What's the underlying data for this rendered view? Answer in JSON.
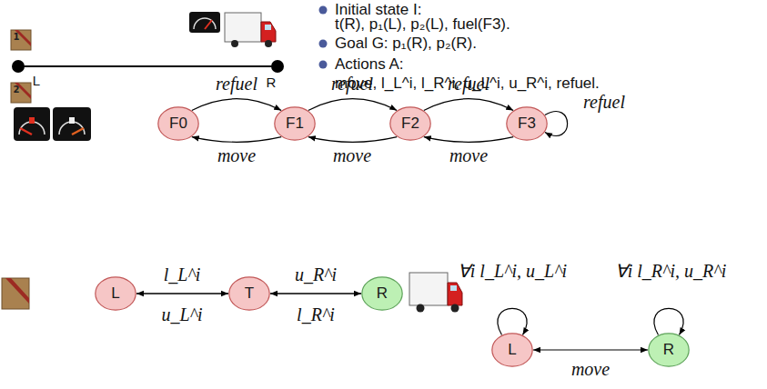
{
  "diagram": {
    "nodes": [
      {
        "text": [
          "F0"
        ]
      },
      {
        "text": [
          "F1"
        ]
      },
      {
        "text": [
          "F2"
        ]
      },
      {
        "text": [
          "F3"
        ]
      },
      {
        "text": [
          "L"
        ]
      },
      {
        "text": [
          "T"
        ]
      },
      {
        "text": [
          "R"
        ]
      },
      {
        "text": [
          "L"
        ]
      },
      {
        "text": [
          "R"
        ]
      }
    ],
    "edges": [
      {
        "from": 0,
        "to": 1,
        "arrow": "to",
        "label": "refuel"
      },
      {
        "from": 1,
        "to": 0,
        "arrow": "to",
        "label": "move"
      },
      {
        "from": 1,
        "to": 2,
        "arrow": "to",
        "label": "refuel"
      },
      {
        "from": 2,
        "to": 1,
        "arrow": "to",
        "label": "move"
      },
      {
        "from": 2,
        "to": 3,
        "arrow": "to",
        "label": "refuel"
      },
      {
        "from": 3,
        "to": 2,
        "arrow": "to",
        "label": "move"
      },
      {
        "from": 3,
        "to": 3,
        "arrow": "to",
        "label": "refuel"
      },
      {
        "from": 4,
        "to": 5,
        "arrow": "to",
        "label": "l_L^i"
      },
      {
        "from": 5,
        "to": 4,
        "arrow": "to",
        "label": "u_L^i"
      },
      {
        "from": 5,
        "to": 6,
        "arrow": "to",
        "label": "u_R^i"
      },
      {
        "from": 6,
        "to": 5,
        "arrow": "to",
        "label": "l_R^i"
      },
      {
        "from": 7,
        "to": 7,
        "arrow": "to",
        "label": "∀i l_L^i, u_L^i"
      },
      {
        "from": 8,
        "to": 8,
        "arrow": "to",
        "label": "∀i l_R^i, u_R^i"
      },
      {
        "from": 7,
        "to": 8,
        "arrow": "both",
        "label": "move"
      }
    ],
    "labels": [
      "1",
      "2",
      "L",
      "R",
      "Initial state I:",
      "t(R), p₁(L), p₂(L), fuel(F3).",
      "Goal G: p₁(R), p₂(R).",
      "Actions A:",
      "move, l_L^i, l_R^i, u_L^i, u_R^i, refuel."
    ]
  }
}
